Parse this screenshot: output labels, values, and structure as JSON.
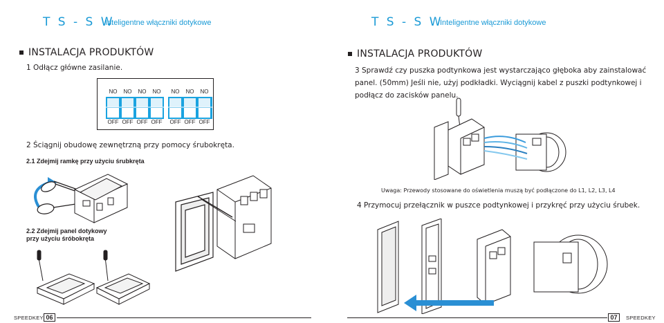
{
  "header": {
    "left": {
      "brand": "T S - S W",
      "tagline": "Inteligentne włączniki dotykowe"
    },
    "right": {
      "brand": "T S - S W",
      "tagline": "Inteligentne włączniki dotykowe"
    }
  },
  "left_page": {
    "section_title": "INSTALACJA PRODUKTÓW",
    "step1": "1 Odłącz główne zasilanie.",
    "dip_on_labels": [
      "NO",
      "NO",
      "NO",
      "NO",
      "NO",
      "NO",
      "NO"
    ],
    "dip_off_labels": [
      "OFF",
      "OFF",
      "OFF",
      "OFF",
      "OFF",
      "OFF",
      "OFF"
    ],
    "step2": "2 Ściągnij obudowę zewnętrzną przy pomocy śrubokręta.",
    "step2_1": "2.1 Zdejmij ramkę przy użyciu śrubkręta",
    "step2_2_line1": "2.2 Zdejmij panel dotykowy",
    "step2_2_line2": "przy użyciu śróbokręta"
  },
  "right_page": {
    "section_title": "INSTALACJA PRODUKTÓW",
    "step3_line1": "3 Sprawdź czy puszka podtynkowa jest wystarczająco głęboka aby zainstalować",
    "step3_line2": "panel. (50mm) Jeśli nie, użyj podkładki. Wyciągnij kabel z puszki podtynkowej i",
    "step3_line3": "podłącz do zacisków panelu.",
    "note": "Uwaga:  Przewody stosowane do oświetlenia muszą być podłączone do L1, L2, L3, L4",
    "step4": "4 Przymocuj przełącznik w puszce podtynkowej i przykręć przy użyciu śrubek."
  },
  "footer": {
    "left_brand": "SPEEDKEY",
    "left_page_num": "06",
    "right_page_num": "07",
    "right_brand": "SPEEDKEY"
  },
  "colors": {
    "brand_blue": "#1a9ad6",
    "text": "#231f20",
    "dip_blue": "#1aa3e0",
    "arrow_blue": "#2a8fd4"
  }
}
